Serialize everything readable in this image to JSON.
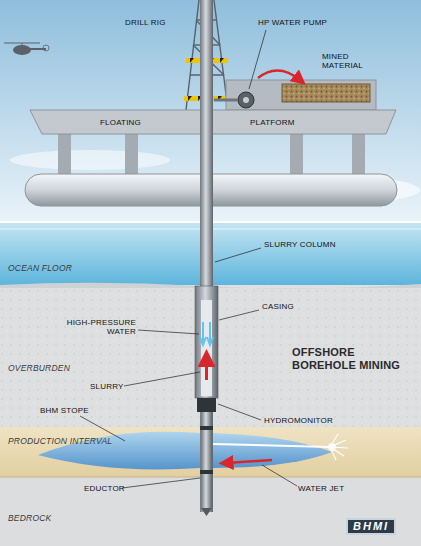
{
  "diagram": {
    "labels": [
      "DRILL RIG",
      "HP WATER PUMP",
      "MINED MATERIAL",
      "FLOATING",
      "PLATFORM",
      "SLURRY COLUMN",
      "OCEAN FLOOR",
      "CASING",
      "HIGH-PRESSURE WATER",
      "OVERBURDEN",
      "SLURRY",
      "OFFSHORE BOREHOLE MINING",
      "BHM STOPE",
      "HYDROMONITOR",
      "PRODUCTION INTERVAL",
      "EDUCTOR",
      "WATER JET",
      "BEDROCK",
      "BHMI"
    ]
  }
}
